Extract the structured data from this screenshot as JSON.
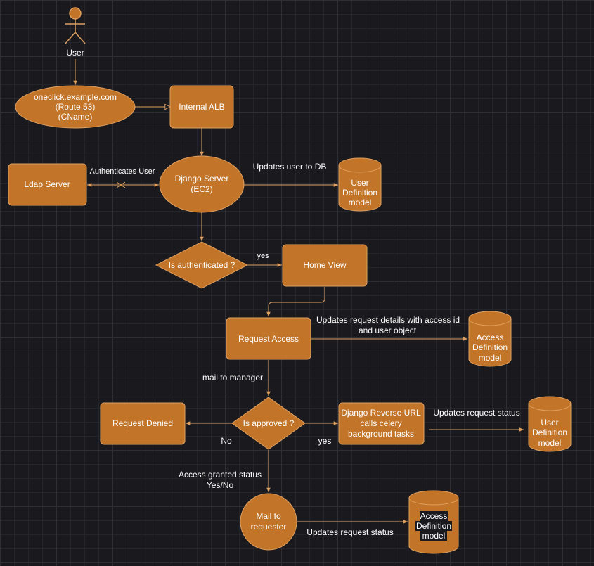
{
  "actor": {
    "label": "User"
  },
  "nodes": {
    "route53": [
      "oneclick.example.com",
      "(Route 53)",
      "(CName)"
    ],
    "alb": [
      "Internal ALB"
    ],
    "ldap": [
      "Ldap Server"
    ],
    "django": [
      "Django Server",
      "(EC2)"
    ],
    "user_db_1": [
      "User",
      "Definition",
      "model"
    ],
    "is_auth": [
      "Is authenticated ?"
    ],
    "home": [
      "Home View"
    ],
    "request_access": [
      "Request Access"
    ],
    "access_db_1": [
      "Access",
      "Definition",
      "model"
    ],
    "is_approved": [
      "Is approved ?"
    ],
    "denied": [
      "Request Denied"
    ],
    "celery": [
      "Django Reverse URL",
      "calls celery",
      "background tasks"
    ],
    "user_db_2": [
      "User",
      "Definition",
      "model"
    ],
    "mail": [
      "Mail to",
      "requester"
    ],
    "access_db_2": [
      "Access",
      "Definition",
      "model"
    ]
  },
  "edge_labels": {
    "authenticates": "Authenticates User",
    "updates_user": "Updates user to DB",
    "yes_auth": "yes",
    "updates_request_1": "Updates request details with access id",
    "updates_request_2": "and user object",
    "mail_manager": "mail to manager",
    "no": "No",
    "yes_approved": "yes",
    "updates_status_1": "Updates request status",
    "access_granted_1": "Access granted status",
    "access_granted_2": "Yes/No",
    "updates_status_2": "Updates request status"
  },
  "colors": {
    "node_fill": "#c27428",
    "node_stroke": "#e0a060",
    "edge": "#e0a060",
    "background": "#1a1a1e"
  }
}
